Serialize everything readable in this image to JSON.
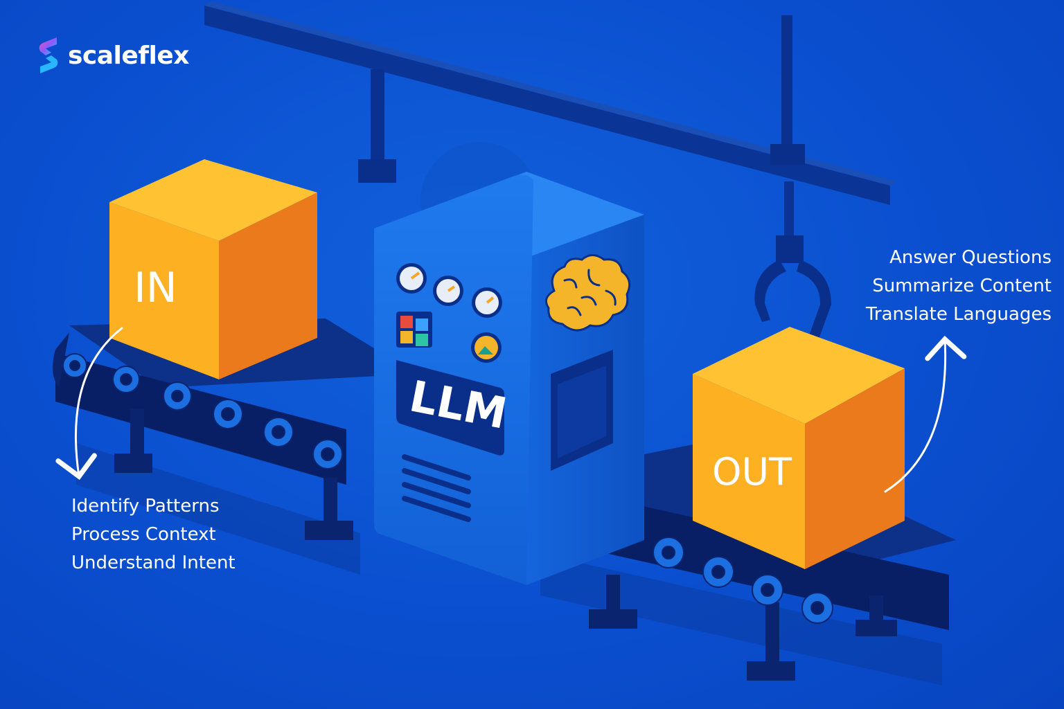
{
  "brand": {
    "name": "scaleflex",
    "logo_icon": "scaleflex-logo-icon"
  },
  "input_box": {
    "label": "IN"
  },
  "output_box": {
    "label": "OUT"
  },
  "machine": {
    "label": "LLM",
    "icon": "brain-icon"
  },
  "input_steps": [
    "Identify Patterns",
    "Process Context",
    "Understand Intent"
  ],
  "output_steps": [
    "Answer Questions",
    "Summarize Content",
    "Translate Languages"
  ],
  "colors": {
    "background": "#0a4fd0",
    "box_front": "#fdb022",
    "box_side": "#ea7a1c",
    "box_top": "#ffc233",
    "machine": "#1a72e6",
    "belt": "#0a2a7a",
    "text": "#ffffff"
  }
}
